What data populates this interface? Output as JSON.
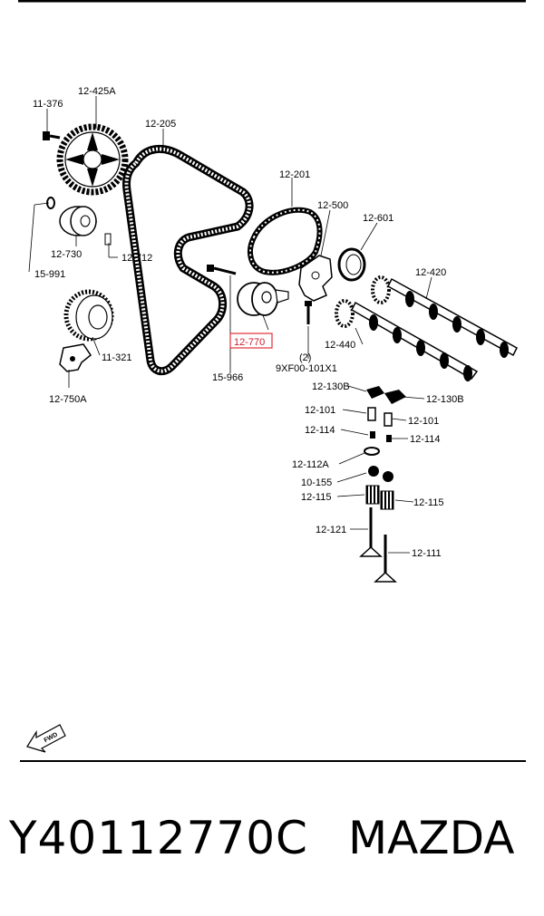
{
  "diagram": {
    "labels": {
      "l11376": "11-376",
      "l12425A": "12-425A",
      "l12205": "12-205",
      "l12201": "12-201",
      "l12500": "12-500",
      "l12601": "12-601",
      "l12420": "12-420",
      "l12730": "12-730",
      "l12712": "12-712",
      "l15991": "15-991",
      "l11321": "11-321",
      "l12750A": "12-750A",
      "l12770": "12-770",
      "l15966": "15-966",
      "l9XF00": "9XF00-101X1",
      "l9XF00qty": "(2)",
      "l12440": "12-440",
      "l12130B_left": "12-130B",
      "l12130B_right": "12-130B",
      "l12101_left": "12-101",
      "l12101_right": "12-101",
      "l12114_left": "12-114",
      "l12114_right": "12-114",
      "l12112A": "12-112A",
      "l10155": "10-155",
      "l12115_left": "12-115",
      "l12115_right": "12-115",
      "l12121": "12-121",
      "l12111": "12-111"
    },
    "highlighted_part": "12-770",
    "fwd_label": "FWD",
    "highlight_color": "#e0303a"
  },
  "footer": {
    "part_number": "Y40112770C",
    "brand": "MAZDA"
  }
}
